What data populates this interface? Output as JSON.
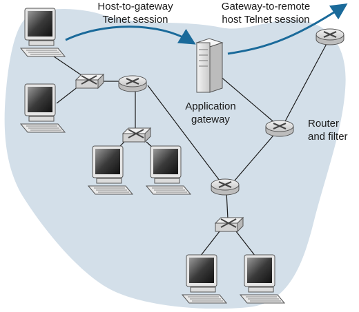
{
  "colors": {
    "cloud": "#d3dfe9",
    "arrow": "#1a6a9a",
    "link": "#1a1a1a"
  },
  "labels": {
    "host_to_gateway_1": "Host-to-gateway",
    "host_to_gateway_2": "Telnet session",
    "gateway_to_remote_1": "Gateway-to-remote",
    "gateway_to_remote_2": "host Telnet session",
    "app_gateway_1": "Application",
    "app_gateway_2": "gateway",
    "router_filter_1": "Router",
    "router_filter_2": "and filter"
  },
  "icons": {
    "host": "computer-icon",
    "switch": "switch-icon",
    "router": "router-icon",
    "server": "server-icon"
  }
}
